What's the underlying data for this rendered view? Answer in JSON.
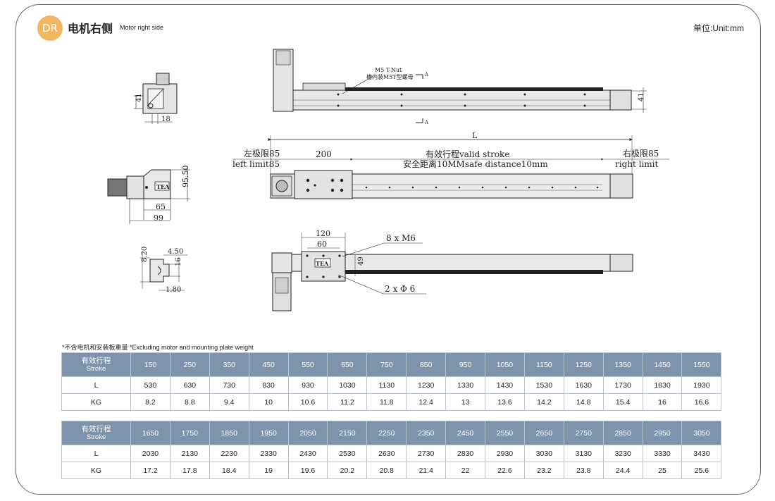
{
  "header": {
    "badge": "DR",
    "title_cn": "电机右侧",
    "title_en": "Motor right side",
    "unit": "单位:Unit:mm"
  },
  "drawing": {
    "top": {
      "tnut_en": "M5 T-Nut",
      "tnut_cn": "槽内装M5T型螺母",
      "section_a1": "A",
      "section_a2": "A",
      "dim_41_right": "41"
    },
    "end_view_top": {
      "h": "41",
      "w": "18"
    },
    "middle": {
      "L": "L",
      "left_cn": "左极限85",
      "left_en": "left limit85",
      "d200": "200",
      "stroke_cn": "有效行程valid stroke",
      "safe": "安全距离10MMsafe distance10mm",
      "right_cn": "右极限85",
      "right_en": "right limit"
    },
    "end_view_mid": {
      "h": "95.50",
      "w1": "65",
      "w2": "99",
      "logo": "TEA"
    },
    "bottom": {
      "d120": "120",
      "d60": "60",
      "d49": "49",
      "m6": "8 x M6",
      "phi6": "2 x Φ 6",
      "logo": "TEA"
    },
    "slot_view": {
      "a": "8.20",
      "b": "4.50",
      "c": "16",
      "d": "1.80"
    }
  },
  "note": "*不含电机和安装板重量 *Excluding motor and mounting plate weight",
  "tables": [
    {
      "header_cn": "有效行程",
      "header_en": "Stroke",
      "stroke": [
        "150",
        "250",
        "350",
        "450",
        "550",
        "650",
        "750",
        "850",
        "950",
        "1050",
        "1150",
        "1250",
        "1350",
        "1450",
        "1550"
      ],
      "L_label": "L",
      "L": [
        "530",
        "630",
        "730",
        "830",
        "930",
        "1030",
        "1130",
        "1230",
        "1330",
        "1430",
        "1530",
        "1630",
        "1730",
        "1830",
        "1930"
      ],
      "KG_label": "KG",
      "KG": [
        "8.2",
        "8.8",
        "9.4",
        "10",
        "10.6",
        "11.2",
        "11.8",
        "12.4",
        "13",
        "13.6",
        "14.2",
        "14.8",
        "15.4",
        "16",
        "16.6"
      ]
    },
    {
      "header_cn": "有效行程",
      "header_en": "Stroke",
      "stroke": [
        "1650",
        "1750",
        "1850",
        "1950",
        "2050",
        "2150",
        "2250",
        "2350",
        "2450",
        "2550",
        "2650",
        "2750",
        "2850",
        "2950",
        "3050"
      ],
      "L_label": "L",
      "L": [
        "2030",
        "2130",
        "2230",
        "2330",
        "2430",
        "2530",
        "2630",
        "2730",
        "2830",
        "2930",
        "3030",
        "3130",
        "3230",
        "3330",
        "3430"
      ],
      "KG_label": "KG",
      "KG": [
        "17.2",
        "17.8",
        "18.4",
        "19",
        "19.6",
        "20.2",
        "20.8",
        "21.4",
        "22",
        "22.6",
        "23.2",
        "23.8",
        "24.4",
        "25",
        "25.6"
      ]
    }
  ]
}
